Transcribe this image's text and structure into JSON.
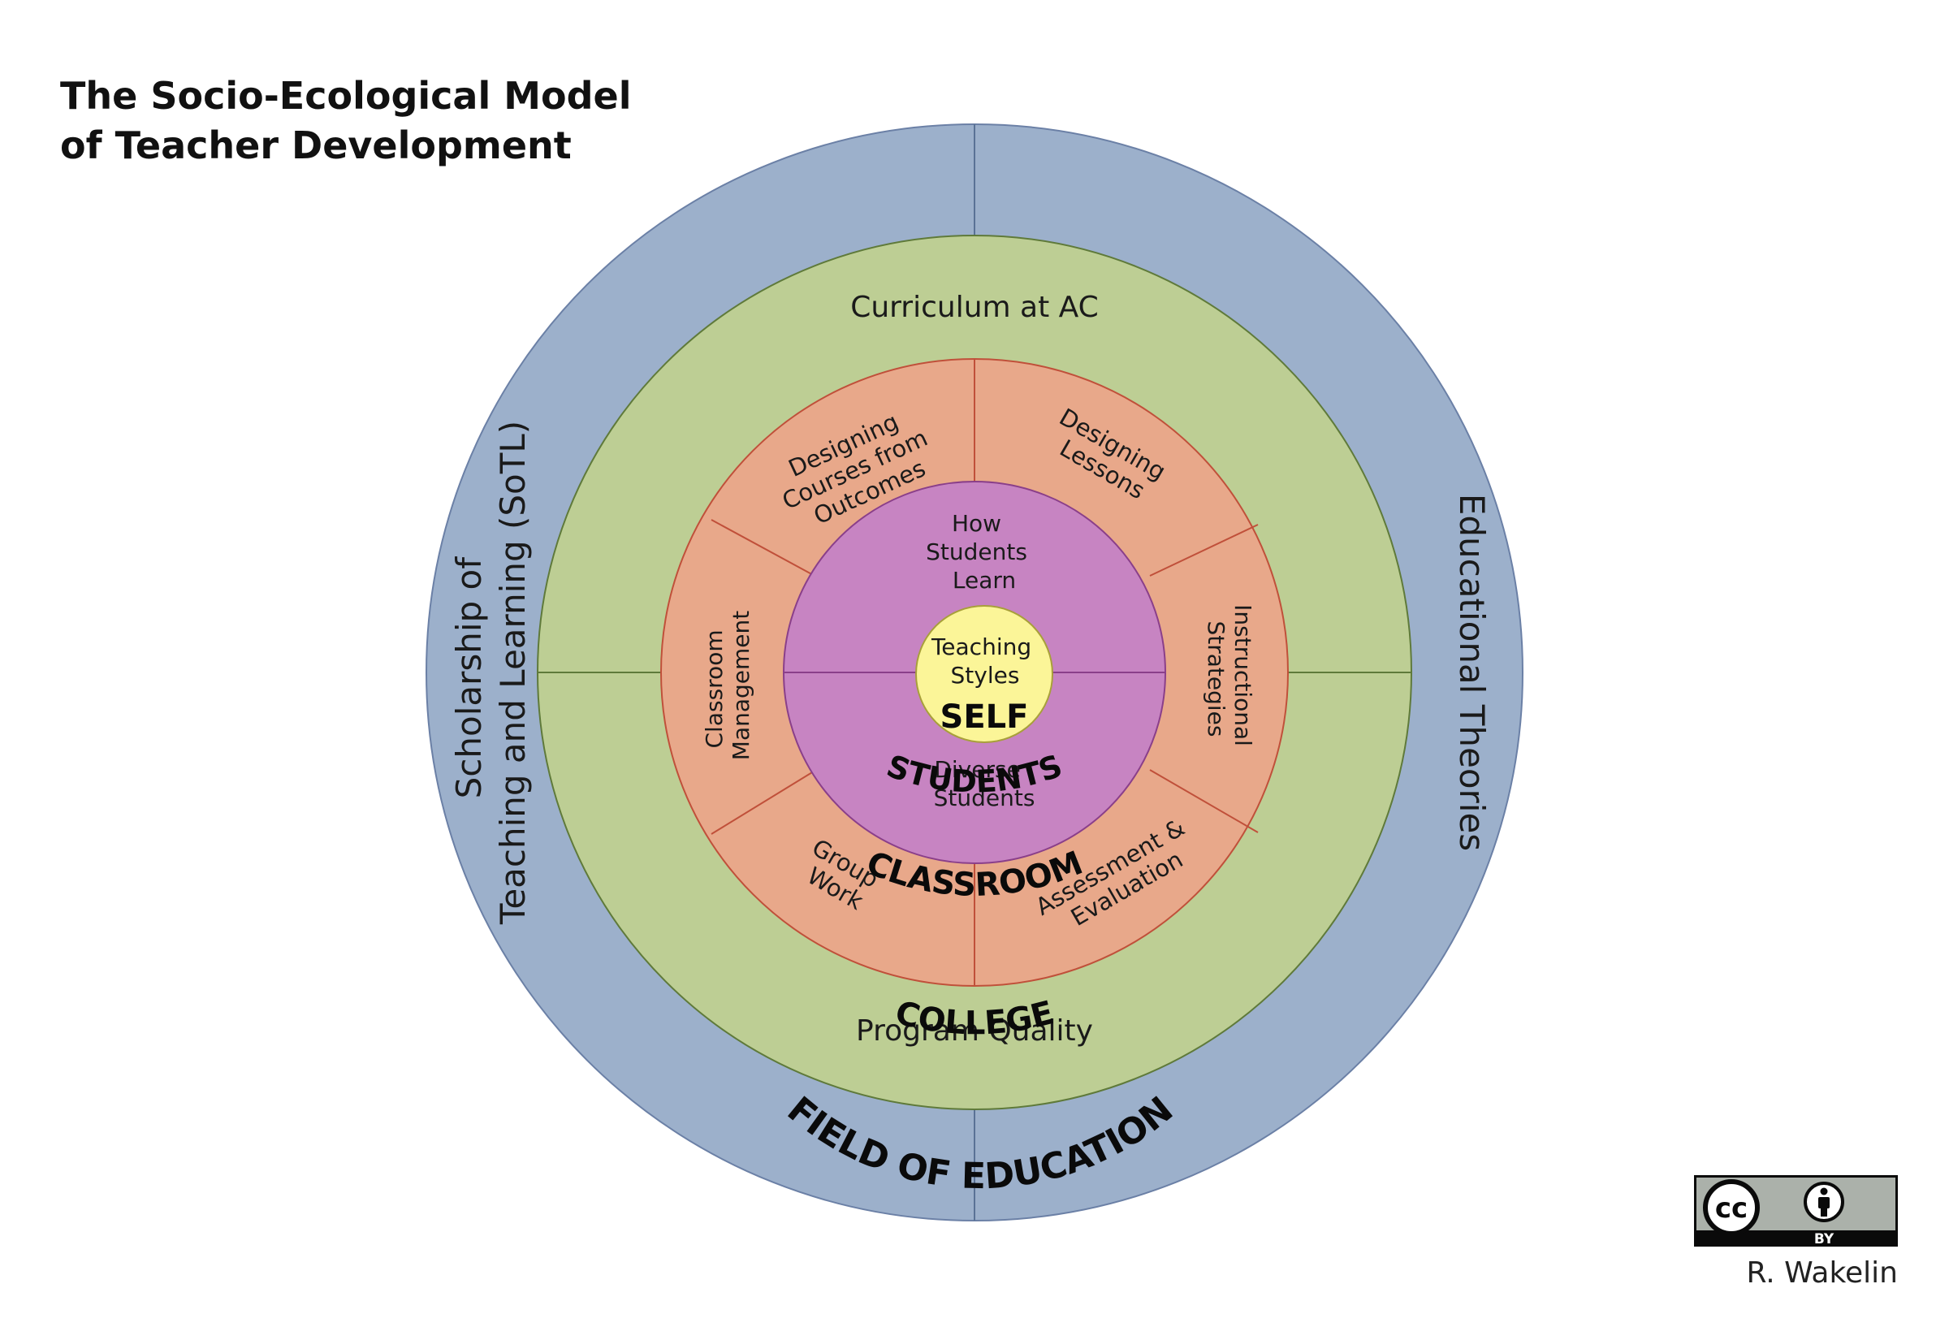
{
  "title": {
    "line1": "The Socio-Ecological Model",
    "line2": "of Teacher Development"
  },
  "colors": {
    "field": "#9cb0cb",
    "college": "#bdce94",
    "classroom": "#e8a88a",
    "students": "#c784c2",
    "self": "#fbf598"
  },
  "rings": {
    "field": {
      "label": "FIELD OF EDUCATION",
      "left_topic_line1": "Scholarship of",
      "left_topic_line2": "Teaching and Learning (SoTL)",
      "right_topic": "Educational Theories"
    },
    "college": {
      "label": "COLLEGE",
      "top_topic": "Curriculum at AC",
      "bottom_topic": "Program Quality"
    },
    "classroom": {
      "label": "CLASSROOM",
      "segments": {
        "designing_courses": [
          "Designing",
          "Courses from",
          "Outcomes"
        ],
        "designing_lessons": [
          "Designing",
          "Lessons"
        ],
        "instructional_strategies": [
          "Instructional",
          "Strategies"
        ],
        "assessment": [
          "Assessment &",
          "Evaluation"
        ],
        "group_work": [
          "Group",
          "Work"
        ],
        "classroom_management": [
          "Classroom",
          "Management"
        ]
      }
    },
    "students": {
      "label": "STUDENTS",
      "top_topic": [
        "How",
        "Students",
        "Learn"
      ],
      "bottom_topic": [
        "Diverse",
        "Students"
      ]
    },
    "self": {
      "label": "SELF",
      "topic": [
        "Teaching",
        "Styles"
      ]
    }
  },
  "license": {
    "cc_label": "cc",
    "by_label": "BY"
  },
  "author": "R. Wakelin"
}
